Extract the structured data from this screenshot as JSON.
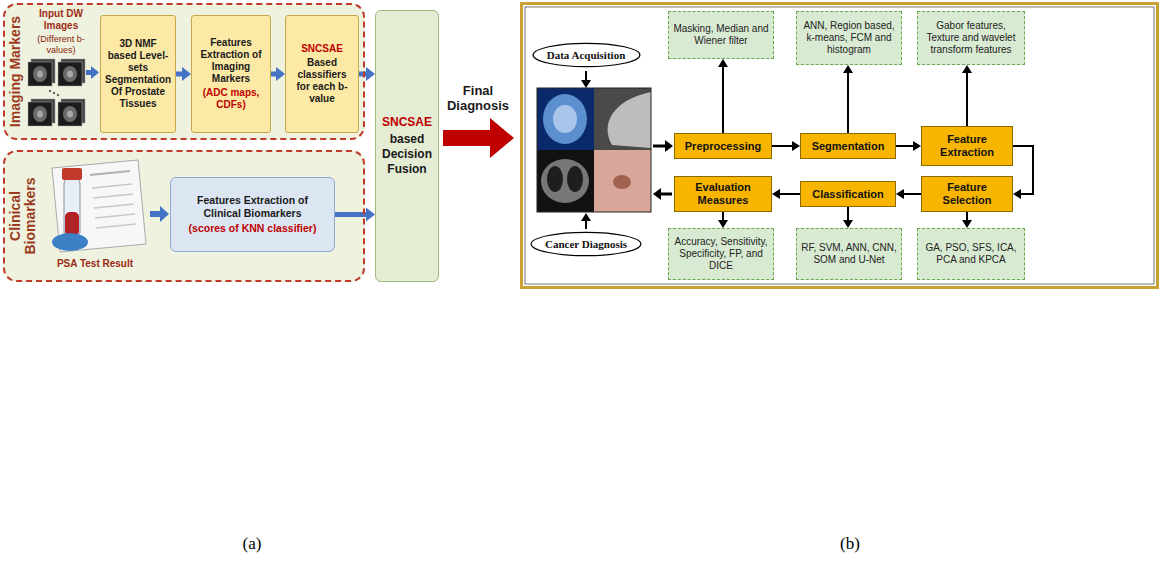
{
  "diagram": {
    "nodes": [
      {
        "text": [
          "Imaging Markers"
        ]
      },
      {
        "text": [
          "3D NMF based Level-sets Segmentation Of Prostate Tissues"
        ],
        "in": 0
      },
      {
        "text": [
          "Features Extraction of Imaging Markers",
          "(ADC maps, CDFs)"
        ],
        "in": 0
      },
      {
        "text": [
          "SNCSAE",
          "Based classifiers for each b-value"
        ],
        "in": 0
      },
      {
        "text": [
          "Clinical Biomarkers"
        ]
      },
      {
        "text": [
          "Features Extraction of Clinical Biomarkers",
          "(scores of KNN classifier)"
        ],
        "in": 4
      },
      {
        "text": [
          "SNCSAE",
          "based Decision Fusion"
        ]
      },
      {
        "text": [
          "Data Acquisition"
        ]
      },
      {
        "text": [
          "Masking, Median and Wiener filter"
        ]
      },
      {
        "text": [
          "ANN, Region based, k-means, FCM and histogram"
        ]
      },
      {
        "text": [
          "Gabor features, Texture and wavelet transform features"
        ]
      },
      {
        "text": [
          "Preprocessing"
        ]
      },
      {
        "text": [
          "Segmentation"
        ]
      },
      {
        "text": [
          "Feature Extraction"
        ]
      },
      {
        "text": [
          "Evaluation Measures"
        ]
      },
      {
        "text": [
          "Classification"
        ]
      },
      {
        "text": [
          "Feature Selection"
        ]
      },
      {
        "text": [
          "Cancer Diagnosis"
        ]
      },
      {
        "text": [
          "Accuracy, Sensitivity, Specificity, FP, and DICE"
        ]
      },
      {
        "text": [
          "RF, SVM, ANN, CNN, SOM and U-Net"
        ]
      },
      {
        "text": [
          "GA, PSO, SFS, ICA, PCA and KPCA"
        ]
      }
    ],
    "edges": [
      {
        "from": 1,
        "to": 2,
        "arrow": "to"
      },
      {
        "from": 2,
        "to": 3,
        "arrow": "to"
      },
      {
        "from": 3,
        "to": 6,
        "arrow": "to"
      },
      {
        "from": 5,
        "to": 6,
        "arrow": "to"
      },
      {
        "from": 11,
        "to": 12,
        "arrow": "to"
      },
      {
        "from": 12,
        "to": 13,
        "arrow": "to"
      },
      {
        "from": 13,
        "to": 16,
        "arrow": "to"
      },
      {
        "from": 16,
        "to": 15,
        "arrow": "to"
      },
      {
        "from": 15,
        "to": 14,
        "arrow": "to"
      },
      {
        "from": 11,
        "to": 8,
        "arrow": "to"
      },
      {
        "from": 12,
        "to": 9,
        "arrow": "to"
      },
      {
        "from": 13,
        "to": 10,
        "arrow": "to"
      },
      {
        "from": 14,
        "to": 18,
        "arrow": "to"
      },
      {
        "from": 15,
        "to": 19,
        "arrow": "to"
      },
      {
        "from": 16,
        "to": 20,
        "arrow": "to"
      }
    ],
    "labels": [
      "Input DW Images",
      "(Different b-values)",
      "PSA Test Result",
      "Final Diagnosis",
      "(a)",
      "(b)"
    ]
  }
}
